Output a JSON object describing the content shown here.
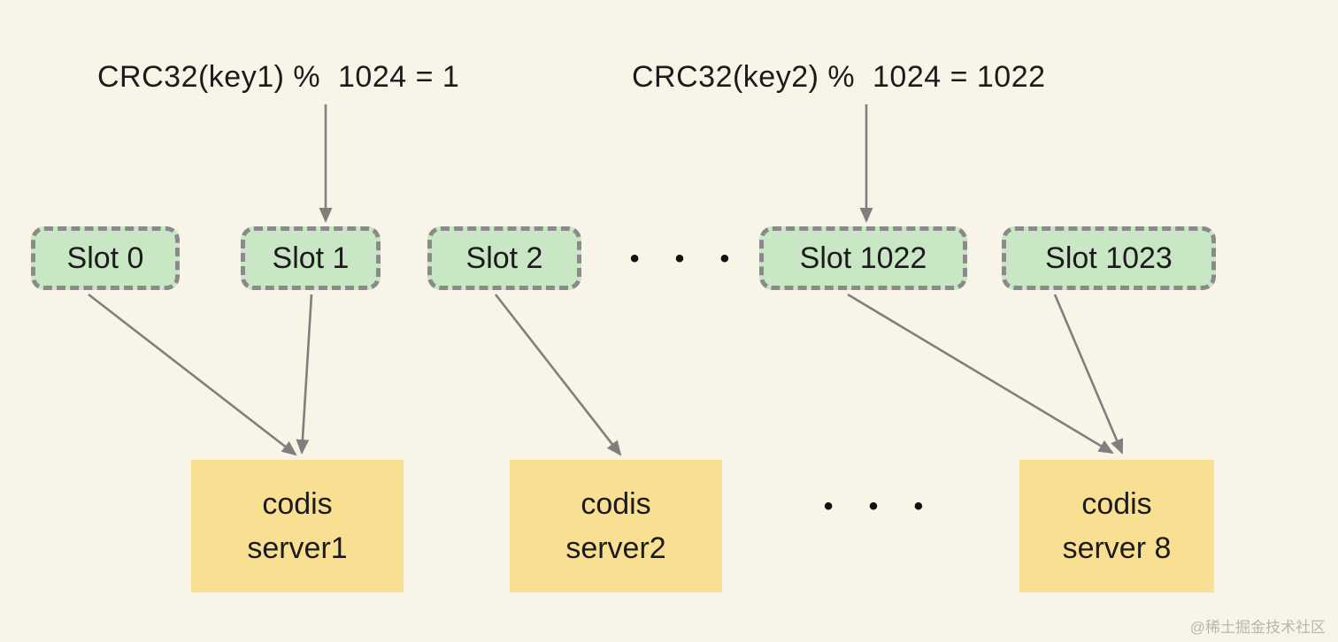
{
  "colors": {
    "background": "#f8f5e8",
    "slot_fill": "#c9e7c4",
    "slot_border": "#8a8a8a",
    "server_fill": "#f9df92",
    "arrow": "#7f7f7f",
    "text": "#1b1b1b",
    "watermark": "#b9b6aa"
  },
  "formulas": [
    {
      "label": "CRC32(key1) %  1024 = 1"
    },
    {
      "label": "CRC32(key2) %  1024 = 1022"
    }
  ],
  "slots": [
    {
      "label": "Slot 0"
    },
    {
      "label": "Slot 1"
    },
    {
      "label": "Slot 2"
    },
    {
      "label": "Slot 1022"
    },
    {
      "label": "Slot 1023"
    }
  ],
  "slot_ellipsis": "• • •",
  "servers": [
    {
      "line1": "codis",
      "line2": "server1"
    },
    {
      "line1": "codis",
      "line2": "server2"
    },
    {
      "line1": "codis",
      "line2": "server 8"
    }
  ],
  "server_ellipsis": "• • •",
  "watermark": "@稀土掘金技术社区"
}
